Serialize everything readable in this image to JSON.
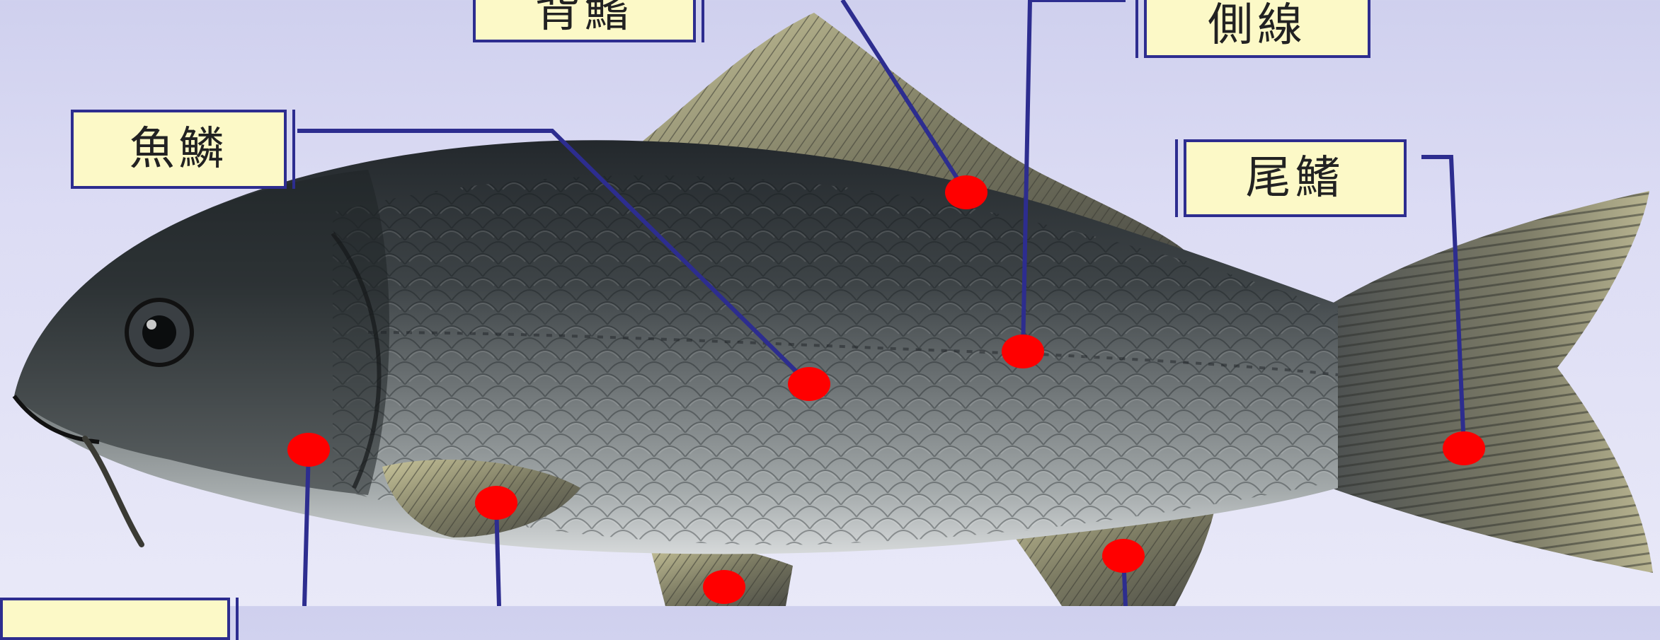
{
  "labels": {
    "dorsal_fin": "背鰭",
    "lateral_line": "側線",
    "scales": "魚鱗",
    "tail_fin": "尾鰭",
    "bottom_left": ""
  },
  "colors": {
    "background": "#d6d6f1",
    "label_fill": "#fcf9c7",
    "line": "#2d2d8f",
    "marker": "#ff0000",
    "fish_dark": "#2e3338",
    "fish_mid": "#6d7275",
    "fish_belly": "#cfd3d6",
    "fin": "#8a8a6e"
  }
}
